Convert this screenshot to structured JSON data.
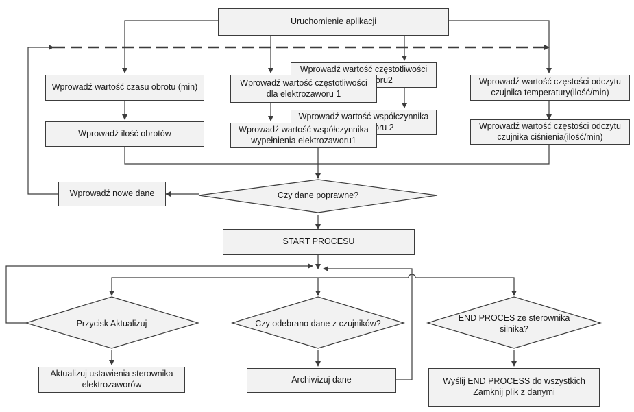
{
  "nodes": {
    "start_app": "Uruchomienie aplikacji",
    "time": "Wprowadź wartość czasu obrotu (min)",
    "rotations": "Wprowadź ilość obrotów",
    "freq2": "Wprowadź wartość częstotliwości\nelektrozaworu2",
    "freq1": "Wprowadź wartość częstotliwości\ndla elektrozaworu 1",
    "fill2": "Wprowadź wartość współczynnika\nelektrozaworu 2",
    "fill1": "Wprowadź wartość współczynnika\nwypełnienia elektrozaworu1",
    "temp": "Wprowadź wartość częstości odczytu\nczujnika temperatury(ilość/min)",
    "pressure": "Wprowadź wartość częstości odczytu\nczujnika ciśnienia(ilość/min)",
    "new_data": "Wprowadź nowe dane",
    "data_ok": "Czy dane poprawne?",
    "start_process": "START PROCESU",
    "button": "Przycisk Aktualizuj",
    "sensors": "Czy odebrano dane z czujników?",
    "end_q": "END PROCES ze sterownika\nsilnika?",
    "update": "Aktualizuj ustawienia sterownika\nelektrozaworów",
    "archive": "Archiwizuj dane",
    "send_end": "Wyślij END PROCESS do wszystkich\nZamknij plik z danymi"
  },
  "colors": {
    "box_fill": "#f2f2f2",
    "line": "#3c3c3c"
  }
}
